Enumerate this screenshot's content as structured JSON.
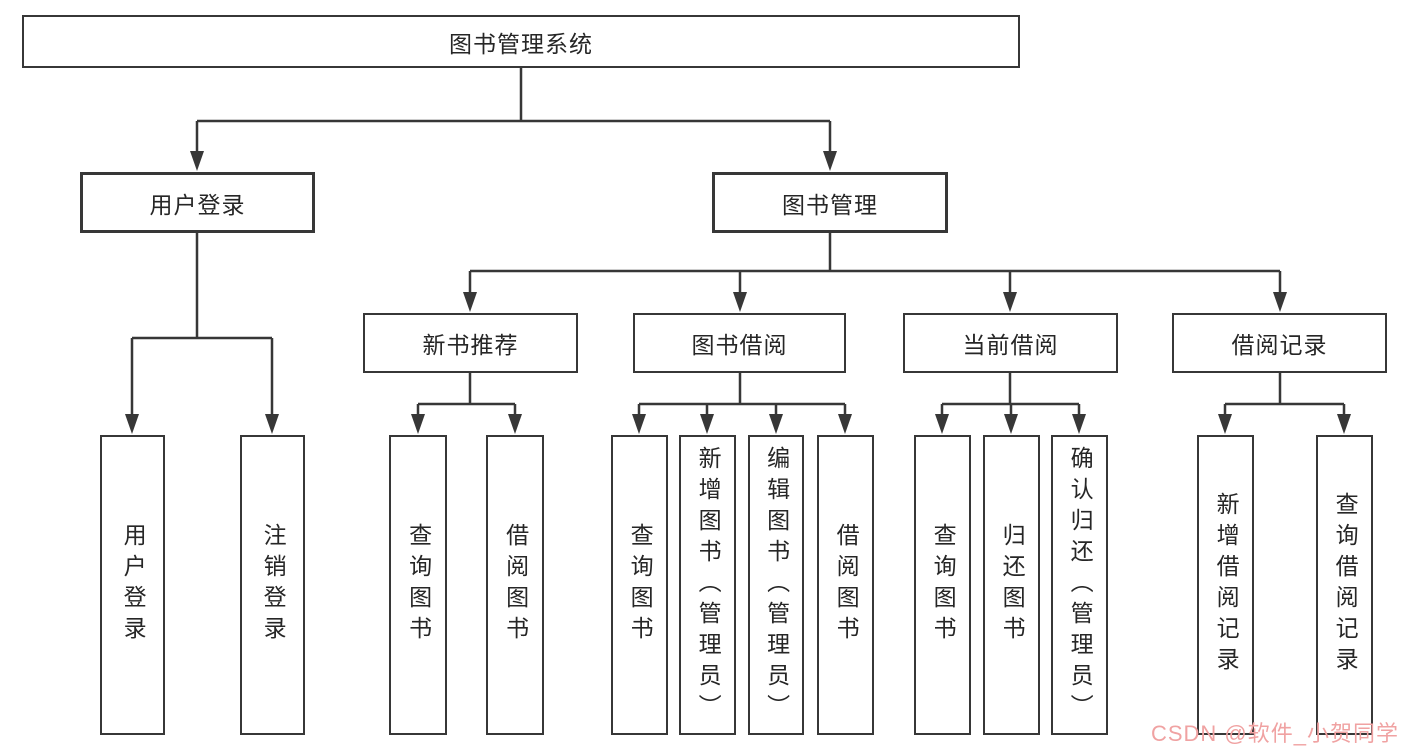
{
  "tree": {
    "label": "图书管理系统",
    "children": [
      {
        "label": "用户登录",
        "children": [
          {
            "label": "用户登录"
          },
          {
            "label": "注销登录"
          }
        ]
      },
      {
        "label": "图书管理",
        "children": [
          {
            "label": "新书推荐",
            "children": [
              {
                "label": "查询图书"
              },
              {
                "label": "借阅图书"
              }
            ]
          },
          {
            "label": "图书借阅",
            "children": [
              {
                "label": "查询图书"
              },
              {
                "label": "新增图书（管理员）"
              },
              {
                "label": "编辑图书（管理员）"
              },
              {
                "label": "借阅图书"
              }
            ]
          },
          {
            "label": "当前借阅",
            "children": [
              {
                "label": "查询图书"
              },
              {
                "label": "归还图书"
              },
              {
                "label": "确认归还（管理员）"
              }
            ]
          },
          {
            "label": "借阅记录",
            "children": [
              {
                "label": "新增借阅记录"
              },
              {
                "label": "查询借阅记录"
              }
            ]
          }
        ]
      }
    ]
  },
  "watermark": {
    "text": "CSDN @软件_小贺同学"
  },
  "colors": {
    "line": "#373737",
    "box_border": "#373737",
    "text": "#262626",
    "watermark": "#f0a2a2",
    "background": "#ffffff"
  }
}
